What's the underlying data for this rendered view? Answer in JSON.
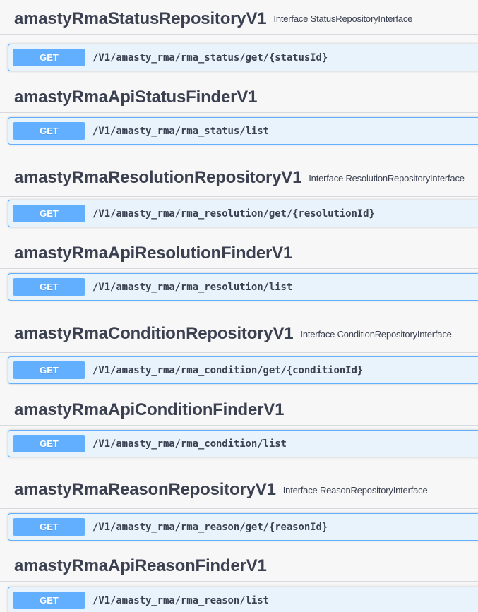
{
  "sections": [
    {
      "name": "amastyRmaStatusRepositoryV1",
      "description": "Interface StatusRepositoryInterface",
      "operation": {
        "method": "GET",
        "path": "/V1/amasty_rma/rma_status/get/{statusId}"
      }
    },
    {
      "name": "amastyRmaApiStatusFinderV1",
      "description": "",
      "operation": {
        "method": "GET",
        "path": "/V1/amasty_rma/rma_status/list"
      }
    },
    {
      "name": "amastyRmaResolutionRepositoryV1",
      "description": "Interface ResolutionRepositoryInterface",
      "operation": {
        "method": "GET",
        "path": "/V1/amasty_rma/rma_resolution/get/{resolutionId}"
      }
    },
    {
      "name": "amastyRmaApiResolutionFinderV1",
      "description": "",
      "operation": {
        "method": "GET",
        "path": "/V1/amasty_rma/rma_resolution/list"
      }
    },
    {
      "name": "amastyRmaConditionRepositoryV1",
      "description": "Interface ConditionRepositoryInterface",
      "operation": {
        "method": "GET",
        "path": "/V1/amasty_rma/rma_condition/get/{conditionId}"
      }
    },
    {
      "name": "amastyRmaApiConditionFinderV1",
      "description": "",
      "operation": {
        "method": "GET",
        "path": "/V1/amasty_rma/rma_condition/list"
      }
    },
    {
      "name": "amastyRmaReasonRepositoryV1",
      "description": "Interface ReasonRepositoryInterface",
      "operation": {
        "method": "GET",
        "path": "/V1/amasty_rma/rma_reason/get/{reasonId}"
      }
    },
    {
      "name": "amastyRmaApiReasonFinderV1",
      "description": "",
      "operation": {
        "method": "GET",
        "path": "/V1/amasty_rma/rma_reason/list"
      }
    }
  ],
  "colors": {
    "get_method_bg": "#61affe",
    "get_block_bg": "#e8f3fb",
    "text": "#3b4151"
  }
}
